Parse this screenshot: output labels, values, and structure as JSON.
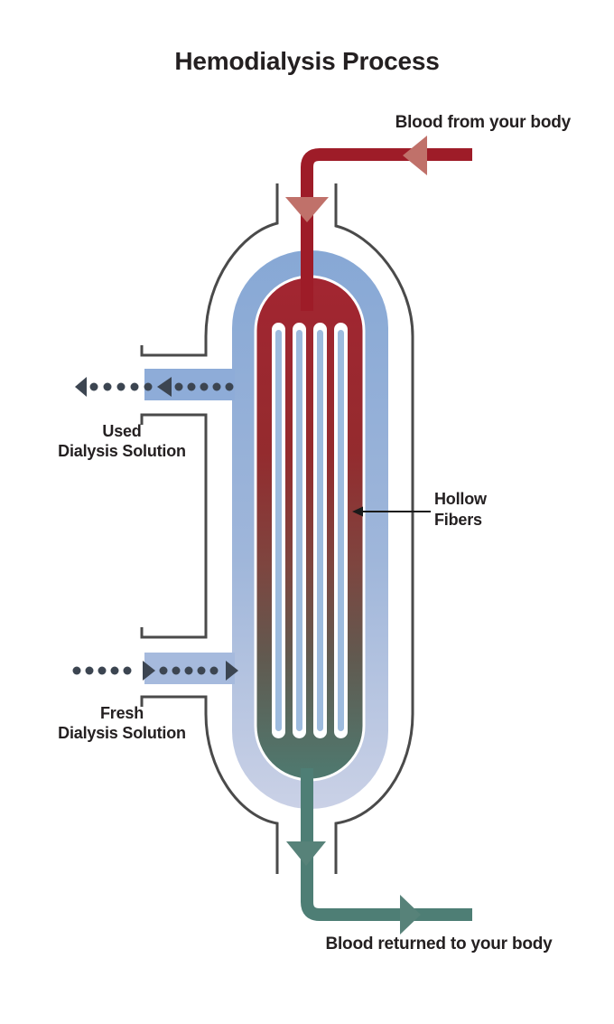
{
  "title": "Hemodialysis Process",
  "labels": {
    "blood_in": "Blood from your body",
    "used": "Used\nDialysis Solution",
    "fresh": "Fresh\nDialysis Solution",
    "hollow_fibers": "Hollow\nFibers",
    "blood_out": "Blood returned to your body"
  },
  "colors": {
    "text": "#242021",
    "outline": "#4A4A4A",
    "blood_tube": "#9E1C28",
    "blood_arrowhead": "#C0716A",
    "return_tube": "#4E7E75",
    "return_arrowhead": "#578279",
    "chamber_blue_top": "#87A8D5",
    "chamber_blue_mid": "#9FB6DA",
    "chamber_blue_bottom": "#CAD1E6",
    "port_used": "#8EACD8",
    "port_fresh": "#A6BADD",
    "blood_grad_top": "#A32531",
    "blood_grad_q1": "#942B2E",
    "blood_grad_mid": "#7E453F",
    "blood_grad_q3": "#615A50",
    "blood_grad_bottom": "#4E7A70",
    "fiber_white": "#FFFFFF",
    "fiber_blue": "#9DBBDE",
    "dots": "#3C4551",
    "pointer": "#1A1A1A"
  }
}
